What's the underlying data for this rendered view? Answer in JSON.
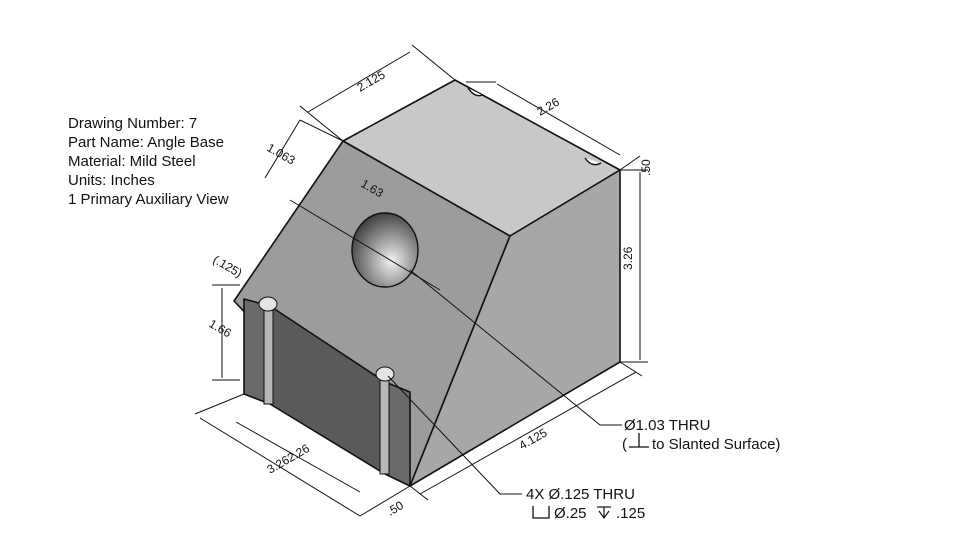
{
  "title_block": {
    "drawing_number": "Drawing Number: 7",
    "part_name": "Part Name: Angle Base",
    "material": "Material: Mild Steel",
    "units": "Units: Inches",
    "view": "1 Primary Auxiliary View"
  },
  "dimensions": {
    "top_width": "2.125",
    "top_depth": "2.26",
    "slant_length": "1.063",
    "hole_offset": "1.63",
    "right_notch": ".50",
    "right_height": "3.26",
    "ref_depth": "(.125)",
    "front_height": "1.66",
    "bottom_left": "3.262.26",
    "bottom_right": ".50",
    "base_length": "4.125"
  },
  "notes": {
    "hole_line1": "Ø1.03 THRU",
    "hole_line2_open": "(",
    "hole_line2_text": " to Slanted Surface)",
    "holes_line1": "4X Ø.125 THRU",
    "holes_line2_a": "Ø.25",
    "holes_line2_b": ".125"
  },
  "colors": {
    "top_face": "#c8c8c6",
    "slant_face": "#9c9c9c",
    "right_face": "#a7a7a7",
    "front_dark": "#5a5a5a",
    "front_sides": "#6a6a6a"
  }
}
